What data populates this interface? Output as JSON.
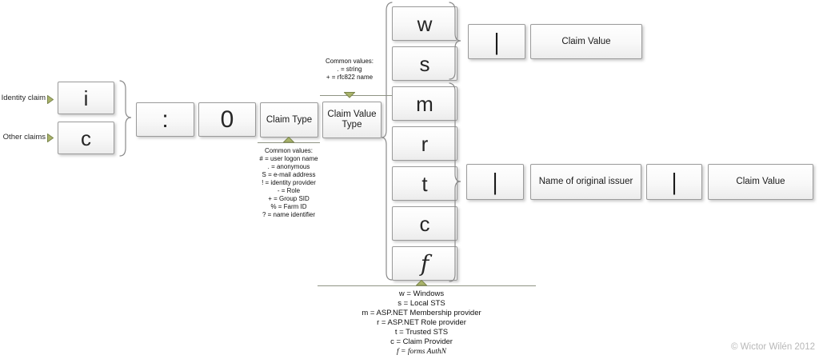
{
  "diagram": {
    "prefix": [
      {
        "label": "Identity claim",
        "letter": "i"
      },
      {
        "label": "Other claims",
        "letter": "c"
      }
    ],
    "sequence": [
      ":",
      "0",
      "Claim Type",
      "Claim Value Type"
    ],
    "value_type_note": {
      "title": "Common values:",
      "items": [
        ". = string",
        "+ = rfc822 name"
      ]
    },
    "type_note": {
      "title": "Common values:",
      "items": [
        "# = user logon name",
        ". = anonymous",
        "S = e-mail address",
        "! = identity provider",
        "- = Role",
        "+ = Group SID",
        "% = Farm ID",
        "? = name identifier"
      ]
    },
    "issuers": [
      "w",
      "s",
      "m",
      "r",
      "t",
      "c",
      "f"
    ],
    "row1": [
      "|",
      "Claim Value"
    ],
    "row2": [
      "|",
      "Name of original issuer",
      "|",
      "Claim Value"
    ],
    "legend": [
      "w = Windows",
      "s = Local STS",
      "m = ASP.NET Membership provider",
      "r = ASP.NET Role provider",
      "t = Trusted STS",
      "c = Claim Provider",
      "f = forms AuthN"
    ],
    "copyright": "© Wictor Wilén 2012"
  },
  "colors": {
    "box_border": "#9a9a9a",
    "brace": "#8a8a8a",
    "line": "#8f9484",
    "arrow_fill": "#a9b36a",
    "arrow_stroke": "#7b864d",
    "copyright": "#b8b8b8"
  }
}
